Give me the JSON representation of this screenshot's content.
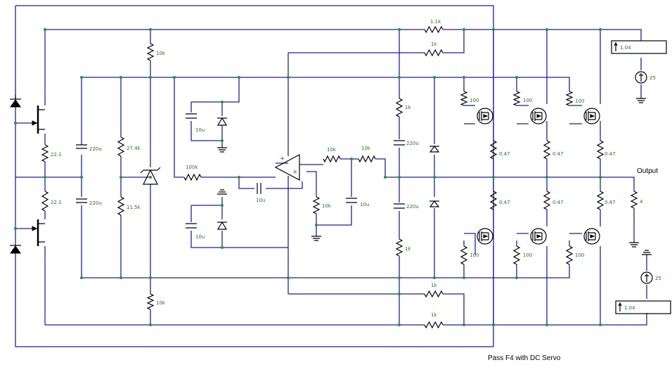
{
  "title": "Pass F4 with DC Servo",
  "output_label": "Output",
  "labels": {
    "r_top_fb1": "1.1k",
    "r_top_fb2": "1k",
    "r_top_bias": "10k",
    "r_bot_bias": "10k",
    "r_src_upper": "22.1",
    "r_src_lower": "22.1",
    "c_upper": "220u",
    "c_lower": "220u",
    "r_div_upper": "27.4k",
    "r_div_lower": "11.5k",
    "c_servo_top": "10u",
    "c_servo_bot": "10u",
    "r_servo_in": "100k",
    "c_servo_fb": "10u",
    "r_int1": "10k",
    "r_int2": "10k",
    "r_int_gnd": "10k",
    "c_int": "10u",
    "r_mid_up": "1k",
    "c_mid_up": "220u",
    "c_mid_dn": "220u",
    "r_mid_dn": "1k",
    "r_bot_fb1": "1k",
    "r_bot_fb2": "1k",
    "r_gate1": "100",
    "r_gate2": "100",
    "r_gate3": "100",
    "r_gate4": "100",
    "r_gate5": "100",
    "r_gate6": "100",
    "r_src1": "0.47",
    "r_src2": "0.47",
    "r_src3": "0.47",
    "r_src4": "0.47",
    "r_src5": "0.47",
    "r_src6": "0.47",
    "r_load": "4",
    "v_pos": "25",
    "v_neg": "25",
    "meter_top": "1.04",
    "meter_bot": "1.04"
  }
}
